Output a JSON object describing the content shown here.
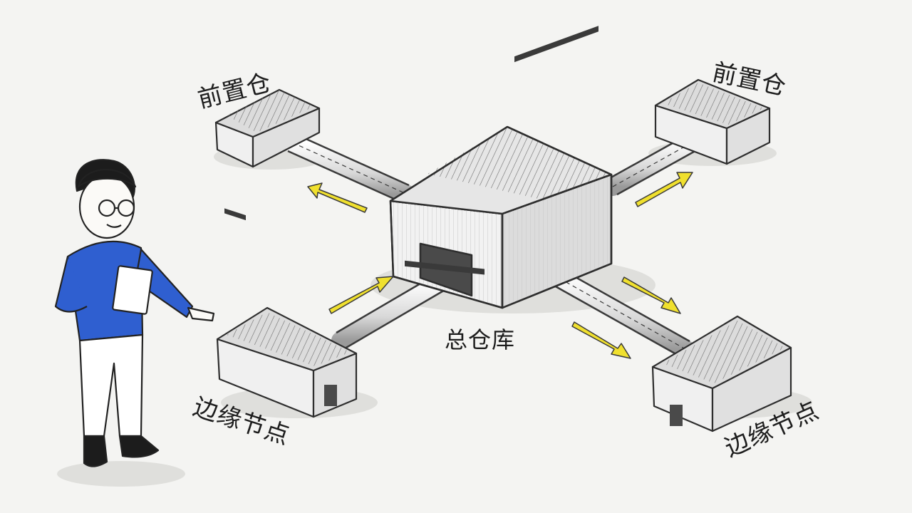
{
  "labels": {
    "central_warehouse": "总仓库",
    "front_warehouse_left": "前置仓",
    "front_warehouse_right": "前置仓",
    "edge_node_left": "边缘节点",
    "edge_node_right": "边缘节点"
  },
  "colors": {
    "background": "#f4f4f2",
    "pencil": "#3a3a3a",
    "arrow": "#f0e02e",
    "sweater": "#2f5fd0"
  },
  "icons": [
    "central-warehouse-icon",
    "warehouse-icon",
    "conveyor-pipe-icon",
    "arrow-icon",
    "person-icon"
  ]
}
